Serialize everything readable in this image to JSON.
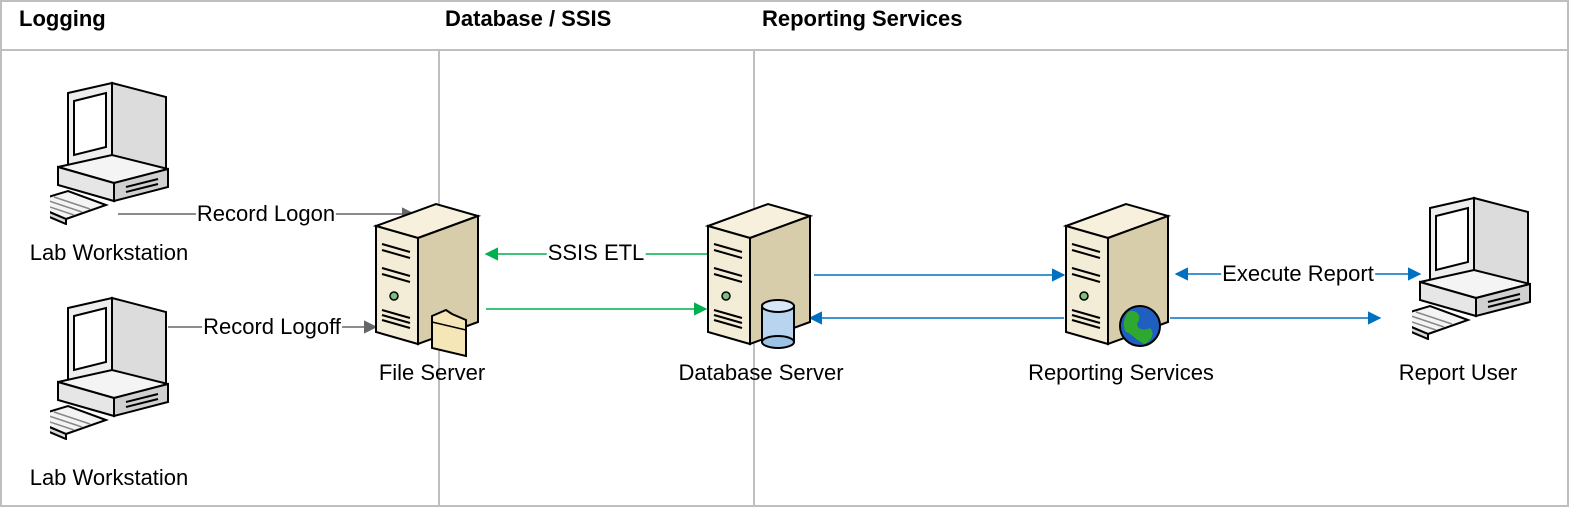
{
  "lanes": [
    {
      "title": "Logging"
    },
    {
      "title": "Database / SSIS"
    },
    {
      "title": "Reporting Services"
    }
  ],
  "nodes": {
    "workstation_1": {
      "label": "Lab Workstation",
      "icon": "desktop-computer-icon"
    },
    "workstation_2": {
      "label": "Lab Workstation",
      "icon": "desktop-computer-icon"
    },
    "file_server": {
      "label": "File Server",
      "icon": "file-server-icon"
    },
    "database_server": {
      "label": "Database Server",
      "icon": "database-server-icon"
    },
    "reporting_services": {
      "label": "Reporting Services",
      "icon": "web-server-icon"
    },
    "report_user": {
      "label": "Report User",
      "icon": "desktop-computer-icon"
    }
  },
  "edges": {
    "record_logon": {
      "label": "Record Logon",
      "color": "#666666"
    },
    "record_logoff": {
      "label": "Record Logoff",
      "color": "#666666"
    },
    "ssis_etl": {
      "label": "SSIS ETL",
      "color": "#00b050"
    },
    "etl_load": {
      "label": "",
      "color": "#00b050"
    },
    "db_to_rs": {
      "label": "",
      "color": "#0070c0"
    },
    "rs_to_db": {
      "label": "",
      "color": "#0070c0"
    },
    "execute_report": {
      "label": "Execute Report",
      "color": "#0070c0"
    },
    "report_delivery": {
      "label": "",
      "color": "#0070c0"
    }
  },
  "colors": {
    "lane_border": "#bfbfbf",
    "server_body": "#f3ecd6",
    "server_shade": "#d8cdaa",
    "monitor_body": "#eeeeee",
    "screen": "#ffffff",
    "folder": "#f5e6b8",
    "cylinder": "#b8d4ee",
    "globe_water": "#1f5fbf",
    "globe_land": "#2fa82f"
  }
}
